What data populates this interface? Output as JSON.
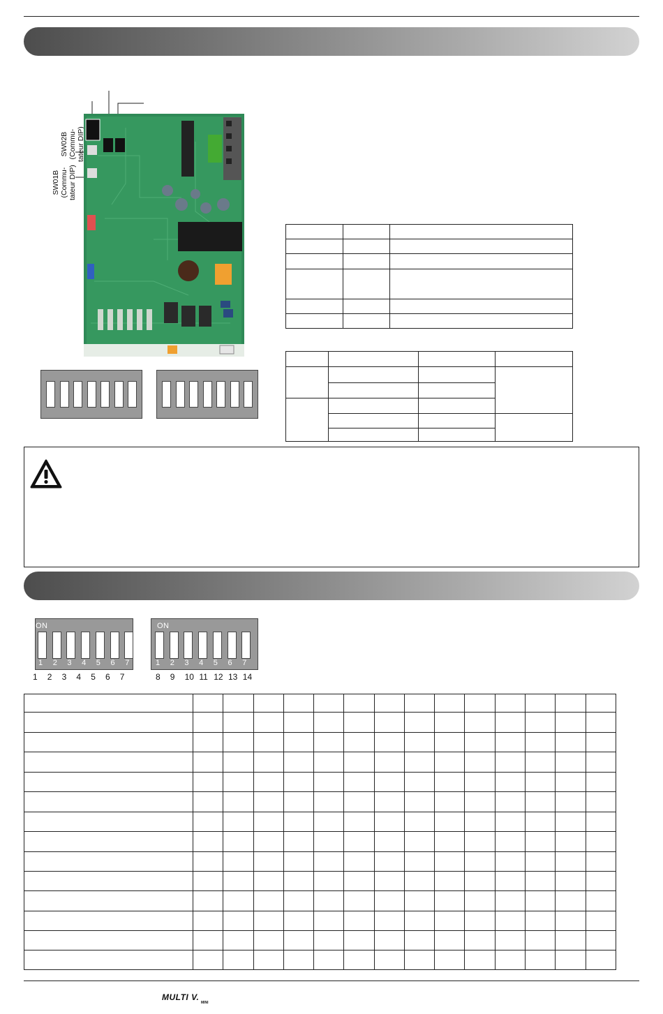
{
  "board": {
    "labels": [
      {
        "line1": "SW02B",
        "line2": "(Commu-",
        "line3": "tateur DIP)"
      },
      {
        "line1": "SW01B",
        "line2": "(Commu-",
        "line3": "tateur DIP)"
      }
    ]
  },
  "dip_on_label": "ON",
  "dip_top_numbers": [
    "1",
    "2",
    "3",
    "4",
    "5",
    "6",
    "7"
  ],
  "dip_bottom_numbers_a": [
    "1",
    "2",
    "3",
    "4",
    "5",
    "6",
    "7"
  ],
  "dip_bottom_numbers_b": [
    "8",
    "9",
    "10",
    "11",
    "12",
    "13",
    "14"
  ],
  "footer": {
    "logo_main": "MULTI V.",
    "logo_sub": "MINI"
  },
  "colors": {
    "banner_dark": "#4d4d4d",
    "banner_light": "#d2d2d2",
    "dip_body": "#999999"
  }
}
